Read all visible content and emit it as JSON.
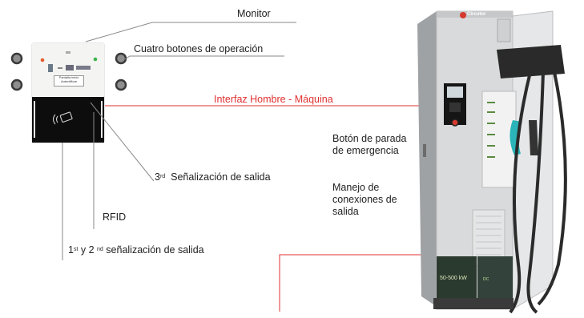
{
  "labels": {
    "monitor": "Monitor",
    "buttons": "Cuatro botones de operación",
    "hmi": "Interfaz Hombre - Máquina",
    "emergency": "Botón de parada\nde emergencia",
    "output_handling": "Manejo de\nconexiones de\nsalida",
    "third_num": "3",
    "third_sup": "rd",
    "third_text": "Señalización de salida",
    "rfid": "RFID",
    "first_num": "1",
    "first_sup": "st",
    "first_mid": " y 2 ",
    "second_sup": "nd",
    "first_text": " señalización de salida"
  },
  "device": {
    "screen_text": "Pantalla inicio\nAutentificar",
    "brand": "Circutor",
    "power": "50-500 kW",
    "model": "DC",
    "top_mini": "•"
  },
  "colors": {
    "leader": "#8a8a8a",
    "hmi_line": "#e03030",
    "panel_black": "#0d0d0d",
    "cabinet": "#d9dadb"
  }
}
